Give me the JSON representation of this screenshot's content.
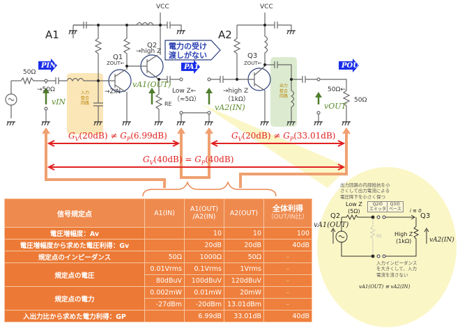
{
  "diagram": {
    "stage_labels": {
      "a1": "A1",
      "a2": "A2"
    },
    "vcc_label": "VCC",
    "source_resistor": "50Ω",
    "load_resistor": "50Ω",
    "input_impedance_arrow": "→50Ω",
    "output_impedance_arrow": "50Ω←",
    "input_matching": "入力\n整合\n回路",
    "output_matching": "出力\n整合\n回路",
    "transistors": {
      "q1": "Q1",
      "q2": "Q2",
      "q3": "Q3"
    },
    "q2_high_z": "→high Z",
    "zout_label": "ZOUT←",
    "zin_label": "→ZIN",
    "re_label": "RE",
    "low_z_label": "Low Z←",
    "low_z_value": "（≈5Ω）",
    "high_z_label": "→high Z",
    "high_z_value": "（1kΩ）",
    "callout": "電力の受け\n渡しがない",
    "power_flags": {
      "p_in": "PIN",
      "p_a1": "PA1",
      "p_out": "POUT"
    },
    "voltages": {
      "v_in": "vIN",
      "v_a1_out": "vA1(OUT)",
      "v_a2_in": "vA2(IN)",
      "v_out": "vOUT"
    },
    "colors": {
      "power_flag": "#1a2ee8",
      "voltage_arrow": "#4e7d2c",
      "gain_arrow": "#e02020",
      "bracket": "#f0a070",
      "input_match_bg": "#fbe6b8",
      "output_match_bg": "#dcebd0",
      "bubble": "#fbf6c6"
    }
  },
  "gain_relations": [
    {
      "gv": "20dB",
      "op": "≠",
      "gp": "6.99dB"
    },
    {
      "gv": "20dB",
      "op": "≠",
      "gp": "33.01dB"
    },
    {
      "gv": "40dB",
      "op": "=",
      "gp": "40dB"
    }
  ],
  "table": {
    "headers": [
      "信号規定点",
      "A1(IN)",
      "A1(OUT)\n/A2(IN)",
      "A2(OUT)",
      "全体利得",
      "（OUT/IN比）"
    ],
    "rows": [
      {
        "label": "電圧増幅度：Av",
        "cells": [
          "",
          "10",
          "10",
          "100"
        ]
      },
      {
        "label": "電圧増幅度から求めた電圧利得：Gv",
        "cells": [
          "",
          "20dB",
          "20dB",
          "40dB"
        ]
      },
      {
        "label": "規定点のインピーダンス",
        "cells": [
          "50Ω",
          "1000Ω",
          "50Ω",
          "–"
        ]
      },
      {
        "label": "規定点の電圧",
        "cells": [
          "0.01Vrms",
          "0.1Vrms",
          "1Vrms",
          "–"
        ],
        "cells2": [
          "80dBuV",
          "100dBuV",
          "120dBuV",
          "–"
        ]
      },
      {
        "label": "規定点の電力",
        "cells": [
          "0.002mW",
          "0.01mW",
          "20mW",
          "–"
        ],
        "cells2": [
          "-27dBm",
          "-20dBm",
          "13.01dBm",
          "–"
        ]
      },
      {
        "label": "入出力比から求めた電力利得：GP",
        "cells": [
          "",
          "6.99dB",
          "33.01dB",
          "40dB"
        ]
      }
    ]
  },
  "bubble": {
    "note_top": "出力回路の内部抵抗を小\nさくして出力電流による\n電圧降下を小さく保つ",
    "low_z": "Low Z\n(5Ω)",
    "q2_emitter": "Q2の\nエミッタ",
    "q3_base": "Q3の\nベース",
    "current": "i ≅ 0",
    "q2": "Q2",
    "q3": "Q3",
    "re": "RE",
    "high_z": "High Z\n(1kΩ)",
    "v_left": "vA1(OUT)",
    "v_right": "vA2(IN)",
    "note_bottom": "入力インピーダンス\nを大きくして、入力\n電流を流さない",
    "relation": "vA1(OUT) ≅ vA2(IN)"
  }
}
